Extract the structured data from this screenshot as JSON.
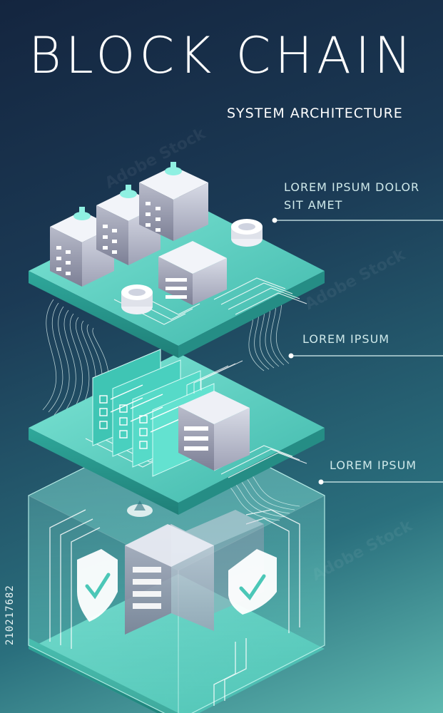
{
  "title": "BLOCK CHAIN",
  "subtitle": "SYSTEM ARCHITECTURE",
  "callouts": [
    {
      "line1": "LOREM IPSUM DOLOR",
      "line2": "SIT AMET"
    },
    {
      "line1": "LOREM IPSUM"
    },
    {
      "line1": "LOREM IPSUM"
    }
  ],
  "stock_id": "210217682",
  "watermark_text": "Adobe Stock",
  "colors": {
    "background_top": "#14253f",
    "background_bottom": "#5fb9b0",
    "platform_top": "#5fd3c1",
    "platform_side": "#2a9a8f",
    "building_face": "#9a9bb0",
    "accent_white": "#ffffff"
  },
  "icons": [
    "server-building-icon",
    "database-disk-icon",
    "checklist-document-icon",
    "shield-check-icon",
    "lock-icon"
  ]
}
